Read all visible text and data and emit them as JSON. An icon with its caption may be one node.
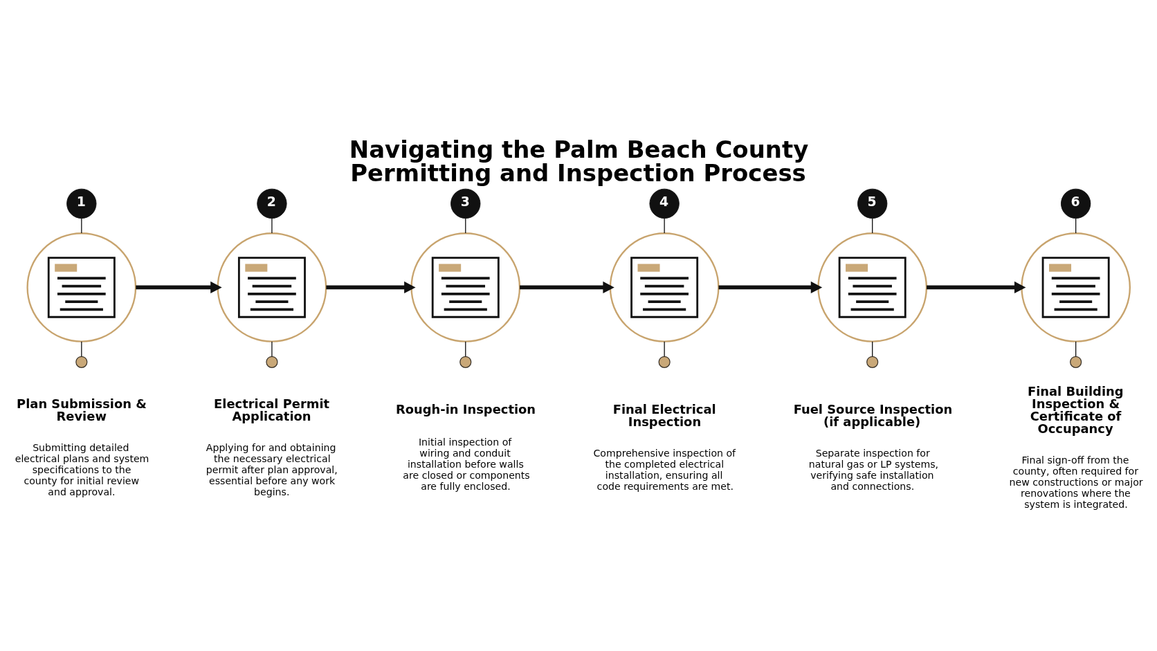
{
  "diagram": {
    "title": "Navigating the Palm Beach County Permitting and Inspection Process",
    "nodes": [
      {
        "text": [
          "1"
        ]
      },
      {
        "text": [],
        "shape": "picture"
      },
      {
        "text": [],
        "shape": "circle",
        "beside": [
          "Plan Submission & Review",
          "Submitting detailed electrical plans and system specifications to the county for initial review and approval."
        ]
      },
      {
        "text": [
          "2"
        ]
      },
      {
        "text": [],
        "shape": "picture"
      },
      {
        "text": [],
        "shape": "circle",
        "beside": [
          "Electrical Permit Application",
          "Applying for and obtaining the necessary electrical permit after plan approval, essential before any work begins."
        ]
      },
      {
        "text": [
          "3"
        ]
      },
      {
        "text": [],
        "shape": "picture"
      },
      {
        "text": [],
        "shape": "circle",
        "beside": [
          "Rough-in Inspection",
          "Initial inspection of wiring and conduit installation before walls are closed or components are fully enclosed."
        ]
      },
      {
        "text": [
          "4"
        ]
      },
      {
        "text": [],
        "shape": "picture"
      },
      {
        "text": [],
        "shape": "circle",
        "beside": [
          "Final Electrical Inspection",
          "Comprehensive inspection of the completed electrical installation, ensuring all code requirements are met."
        ]
      },
      {
        "text": [
          "5"
        ]
      },
      {
        "text": [],
        "shape": "picture"
      },
      {
        "text": [],
        "shape": "circle",
        "beside": [
          "Fuel Source Inspection (if applicable)",
          "Separate inspection for natural gas or LP systems, verifying safe installation and connections."
        ]
      },
      {
        "text": [
          "6"
        ]
      },
      {
        "text": [],
        "shape": "picture"
      },
      {
        "text": [],
        "shape": "circle",
        "beside": [
          "Final Building Inspection & Certificate of Occupancy",
          "Final sign-off from the county, often required for new constructions or major renovations where the system is integrated."
        ]
      }
    ],
    "edges": [
      {
        "from": 0,
        "to": 1,
        "arrow": "none"
      },
      {
        "from": 1,
        "to": 2,
        "arrow": "none"
      },
      {
        "from": 3,
        "to": 4,
        "arrow": "none"
      },
      {
        "from": 4,
        "to": 5,
        "arrow": "none"
      },
      {
        "from": 6,
        "to": 7,
        "arrow": "none"
      },
      {
        "from": 7,
        "to": 8,
        "arrow": "none"
      },
      {
        "from": 9,
        "to": 10,
        "arrow": "none"
      },
      {
        "from": 10,
        "to": 11,
        "arrow": "none"
      },
      {
        "from": 12,
        "to": 13,
        "arrow": "none"
      },
      {
        "from": 13,
        "to": 14,
        "arrow": "none"
      },
      {
        "from": 15,
        "to": 16,
        "arrow": "none"
      },
      {
        "from": 16,
        "to": 17,
        "arrow": "none"
      },
      {
        "from": 1,
        "to": 4,
        "arrow": "to",
        "style": "thick"
      },
      {
        "from": 4,
        "to": 7,
        "arrow": "to",
        "style": "thick"
      },
      {
        "from": 7,
        "to": 10,
        "arrow": "to",
        "style": "thick"
      },
      {
        "from": 10,
        "to": 13,
        "arrow": "to",
        "style": "thick"
      },
      {
        "from": 13,
        "to": 16,
        "arrow": "to",
        "style": "thick"
      }
    ]
  }
}
